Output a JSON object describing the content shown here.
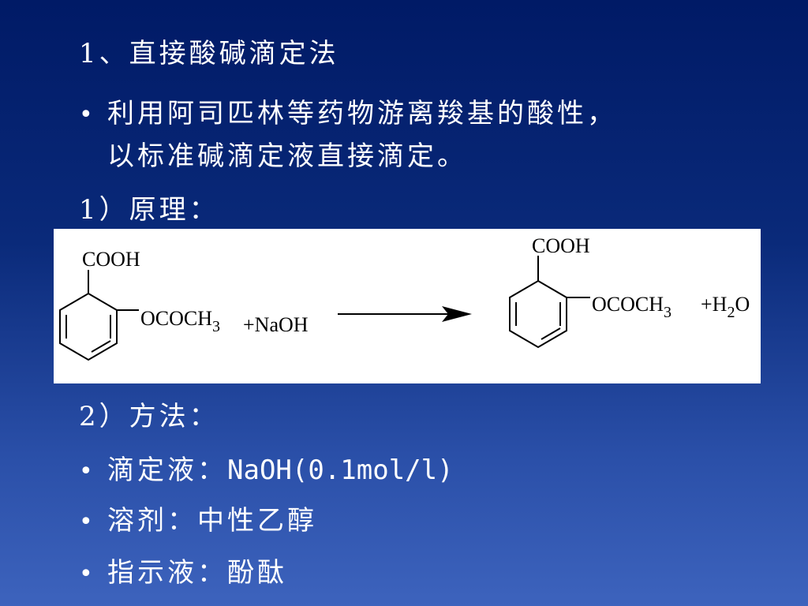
{
  "slide": {
    "heading": "1、直接酸碱滴定法",
    "bullet_1_line1": "利用阿司匹林等药物游离羧基的酸性，",
    "bullet_1_line2": "以标准碱滴定液直接滴定。",
    "principle_label": "1）原理：",
    "method_label": "2）方法：",
    "titrant_label": "滴定液：",
    "titrant_value": "NaOH(0.1mol/l)",
    "solvent_label": "溶剂：",
    "solvent_value": "中性乙醇",
    "indicator_label": "指示液：",
    "indicator_value": "酚酞"
  },
  "reaction": {
    "reactant_cooh": "COOH",
    "reactant_ester": "OCOCH",
    "reactant_ester_sub": "3",
    "reagent": "+NaOH",
    "product_cooh": "COOH",
    "product_ester": "OCOCH",
    "product_ester_sub": "3",
    "water_plus_h": "+H",
    "water_sub": "2",
    "water_o": "O"
  },
  "colors": {
    "background_top": "#001a66",
    "background_bottom": "#3d63bd",
    "text": "#ffffff",
    "panel": "#ffffff"
  }
}
